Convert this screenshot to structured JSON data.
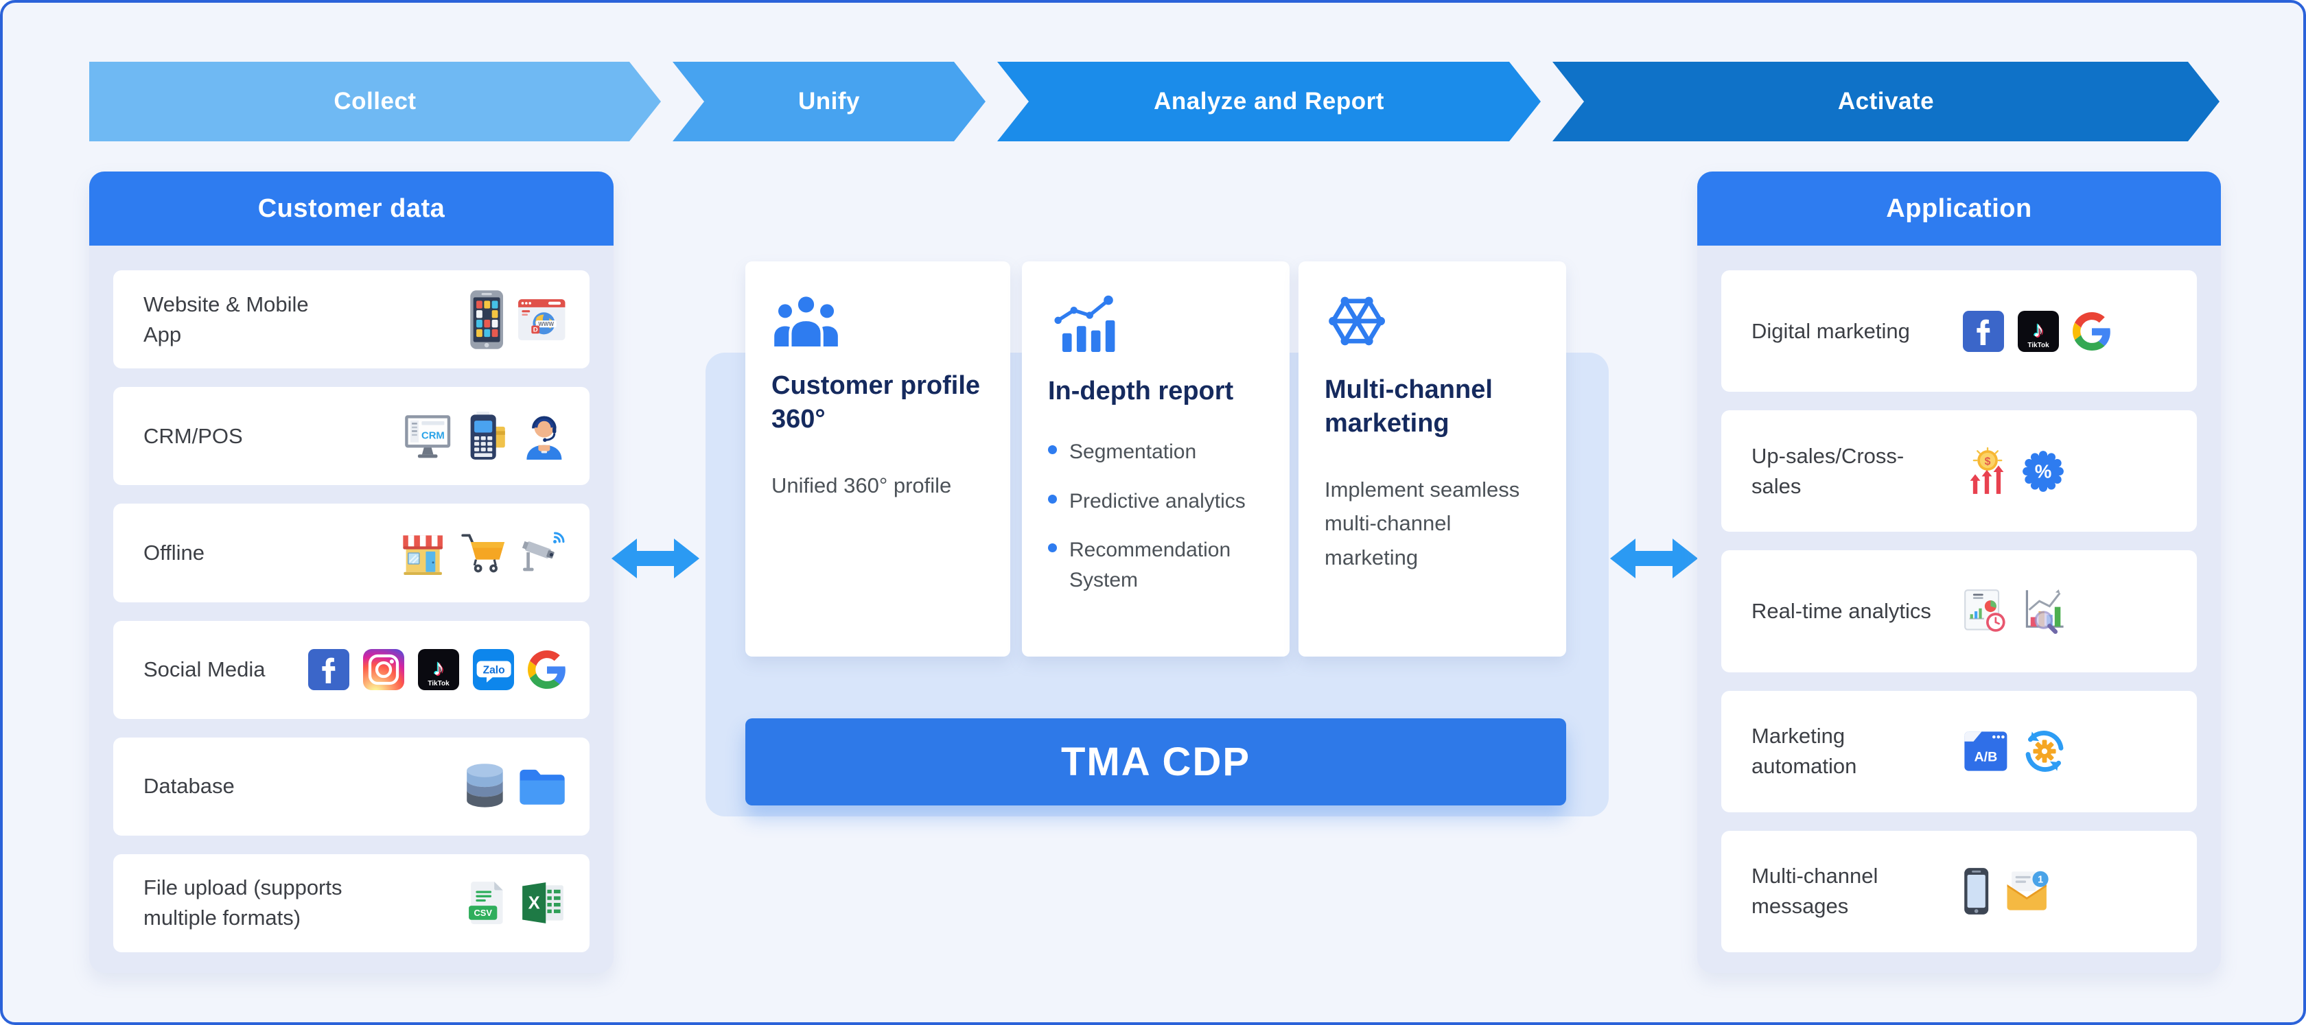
{
  "page": {
    "background": "#f2f5fc",
    "border_color": "#2b62d9",
    "accent_blue": "#2e7cf0",
    "backdrop_blue": "#d8e5fa"
  },
  "pipeline": {
    "steps": [
      {
        "label": "Collect",
        "color": "#6fb9f3"
      },
      {
        "label": "Unify",
        "color": "#47a3f0"
      },
      {
        "label": "Analyze and Report",
        "color": "#1b8cea"
      },
      {
        "label": "Activate",
        "color": "#0f72c8"
      }
    ]
  },
  "left_panel": {
    "title": "Customer data",
    "rows": [
      {
        "label": "Website & Mobile App",
        "icons": [
          "mobile-app-icon",
          "website-browser-icon"
        ]
      },
      {
        "label": "CRM/POS",
        "icons": [
          "crm-monitor-icon",
          "pos-terminal-icon",
          "support-agent-icon"
        ]
      },
      {
        "label": "Offline",
        "icons": [
          "store-icon",
          "shopping-cart-icon",
          "cctv-camera-icon"
        ]
      },
      {
        "label": "Social Media",
        "icons": [
          "facebook-icon",
          "instagram-icon",
          "tiktok-icon",
          "zalo-icon",
          "google-icon"
        ]
      },
      {
        "label": "Database",
        "icons": [
          "database-icon",
          "folder-icon"
        ]
      },
      {
        "label": "File upload (supports multiple formats)",
        "icons": [
          "csv-file-icon",
          "excel-icon"
        ]
      }
    ]
  },
  "center": {
    "platform_label": "TMA CDP",
    "cards": [
      {
        "icon": "customer-group-icon",
        "title": "Customer profile 360°",
        "description": "Unified 360° profile"
      },
      {
        "icon": "in-depth-report-icon",
        "title": "In-depth report",
        "bullets": [
          "Segmentation",
          "Predictive analytics",
          "Recommendation System"
        ]
      },
      {
        "icon": "multi-channel-network-icon",
        "title": "Multi-channel marketing",
        "description": "Implement seamless multi-channel marketing"
      }
    ]
  },
  "right_panel": {
    "title": "Application",
    "rows": [
      {
        "label": "Digital marketing",
        "icons": [
          "facebook-icon",
          "tiktok-icon",
          "google-icon"
        ]
      },
      {
        "label": "Up-sales/Cross-sales",
        "icons": [
          "sales-growth-icon",
          "percent-badge-icon"
        ]
      },
      {
        "label": "Real-time analytics",
        "icons": [
          "analytics-report-icon",
          "chart-magnifier-icon"
        ]
      },
      {
        "label": "Marketing automation",
        "icons": [
          "ab-testing-icon",
          "automation-gear-icon"
        ]
      },
      {
        "label": "Multi-channel messages",
        "icons": [
          "smartphone-icon",
          "new-message-icon"
        ]
      }
    ]
  }
}
